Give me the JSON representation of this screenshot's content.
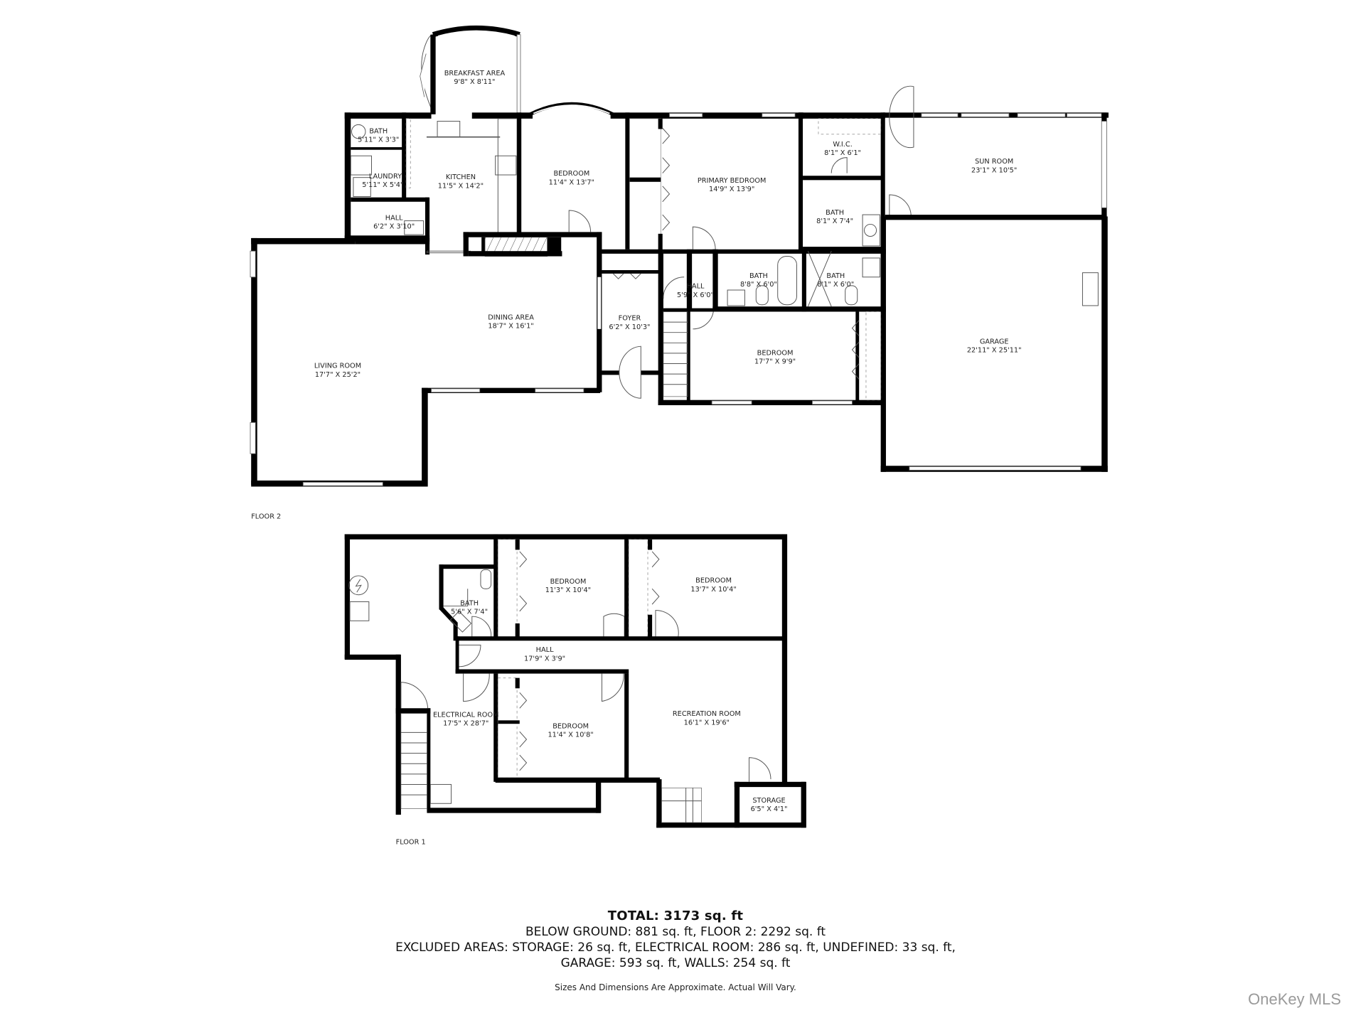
{
  "floor2": {
    "label": "FLOOR 2",
    "rooms": {
      "breakfast_area": {
        "name": "BREAKFAST AREA",
        "dims": "9'8\" X 8'11\""
      },
      "bath_small": {
        "name": "BATH",
        "dims": "5'11\" X 3'3\""
      },
      "laundry": {
        "name": "LAUNDRY",
        "dims": "5'11\" X 5'4\""
      },
      "hall_laundry": {
        "name": "HALL",
        "dims": "6'2\" X 3'10\""
      },
      "kitchen": {
        "name": "KITCHEN",
        "dims": "11'5\" X 14'2\""
      },
      "bedroom_front": {
        "name": "BEDROOM",
        "dims": "11'4\" X 13'7\""
      },
      "primary_bedroom": {
        "name": "PRIMARY BEDROOM",
        "dims": "14'9\" X 13'9\""
      },
      "wic": {
        "name": "W.I.C.",
        "dims": "8'1\" X 6'1\""
      },
      "sun_room": {
        "name": "SUN ROOM",
        "dims": "23'1\" X 10'5\""
      },
      "bath_primary": {
        "name": "BATH",
        "dims": "8'1\" X 7'4\""
      },
      "living_room": {
        "name": "LIVING ROOM",
        "dims": "17'7\" X 25'2\""
      },
      "dining_area": {
        "name": "DINING AREA",
        "dims": "18'7\" X 16'1\""
      },
      "foyer": {
        "name": "FOYER",
        "dims": "6'2\" X 10'3\""
      },
      "hall_center": {
        "name": "HALL",
        "dims": "5'9\" X 6'0\""
      },
      "bath_hall": {
        "name": "BATH",
        "dims": "8'8\" X 6'0\""
      },
      "bath_shower": {
        "name": "BATH",
        "dims": "8'1\" X 6'0\""
      },
      "bedroom_rear": {
        "name": "BEDROOM",
        "dims": "17'7\" X 9'9\""
      },
      "garage": {
        "name": "GARAGE",
        "dims": "22'11\" X 25'11\""
      }
    }
  },
  "floor1": {
    "label": "FLOOR 1",
    "rooms": {
      "bath": {
        "name": "BATH",
        "dims": "5'6\" X 7'4\""
      },
      "bedroom_a": {
        "name": "BEDROOM",
        "dims": "11'3\" X 10'4\""
      },
      "bedroom_b": {
        "name": "BEDROOM",
        "dims": "13'7\" X 10'4\""
      },
      "hall": {
        "name": "HALL",
        "dims": "17'9\" X 3'9\""
      },
      "electrical_room": {
        "name": "ELECTRICAL ROOM",
        "dims": "17'5\" X 28'7\""
      },
      "bedroom_c": {
        "name": "BEDROOM",
        "dims": "11'4\" X 10'8\""
      },
      "recreation_room": {
        "name": "RECREATION ROOM",
        "dims": "16'1\" X 19'6\""
      },
      "storage": {
        "name": "STORAGE",
        "dims": "6'5\" X 4'1\""
      }
    }
  },
  "summary": {
    "total": "TOTAL: 3173 sq. ft",
    "line1": "BELOW GROUND: 881 sq. ft, FLOOR 2: 2292 sq. ft",
    "line2": "EXCLUDED AREAS: STORAGE: 26 sq. ft, ELECTRICAL ROOM: 286 sq. ft, UNDEFINED: 33 sq. ft,",
    "line3": "GARAGE: 593 sq. ft, WALLS: 254 sq. ft",
    "note": "Sizes And Dimensions Are Approximate. Actual Will Vary."
  },
  "watermark": "OneKey MLS"
}
